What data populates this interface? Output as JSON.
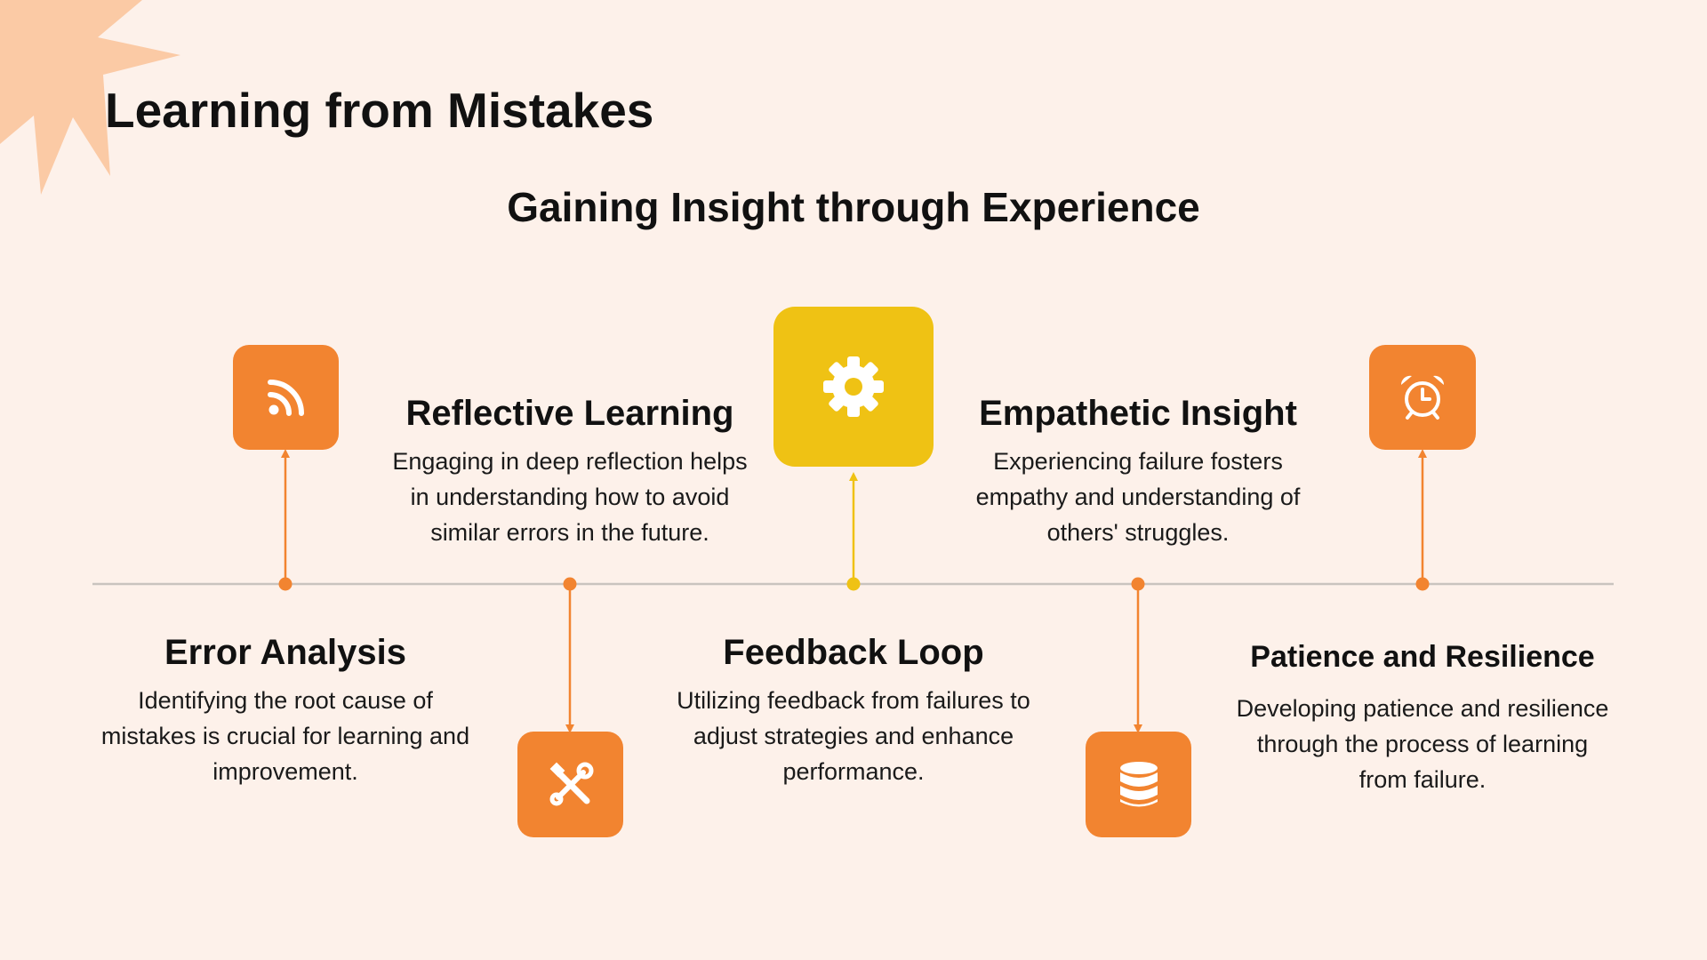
{
  "title": "Learning from Mistakes",
  "subtitle": "Gaining Insight through Experience",
  "colors": {
    "background": "#fdf1ea",
    "orange": "#f28430",
    "yellow": "#efc214",
    "timeline": "#c9c3bf",
    "burst": "#fbcaa5"
  },
  "steps": [
    {
      "title": "Error Analysis",
      "description": "Identifying the root cause of mistakes is crucial for learning and improvement.",
      "icon": "rss-icon"
    },
    {
      "title": "Reflective Learning",
      "description": "Engaging in deep reflection helps in understanding how to avoid similar errors in the future.",
      "icon": "tools-icon"
    },
    {
      "title": "Feedback Loop",
      "description": "Utilizing feedback from failures to adjust strategies and enhance performance.",
      "icon": "gear-icon"
    },
    {
      "title": "Empathetic Insight",
      "description": "Experiencing failure fosters empathy and understanding of others' struggles.",
      "icon": "database-icon"
    },
    {
      "title": "Patience and Resilience",
      "description": "Developing patience and resilience through the process of learning from failure.",
      "icon": "alarm-clock-icon"
    }
  ]
}
